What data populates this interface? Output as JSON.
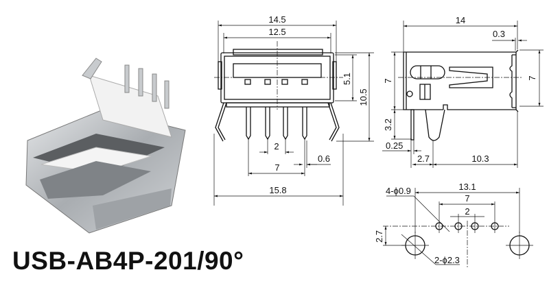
{
  "title": "USB-AB4P-201/90°",
  "front_view": {
    "width_outer": "14.5",
    "width_inner": "12.5",
    "slot_height": "5.1",
    "total_height": "10.5",
    "pin_pitch": "2",
    "pin_span": "7",
    "pin_width": "0.6",
    "leg_span": "15.8"
  },
  "side_view": {
    "length": "14",
    "tab": "0.3",
    "height_left": "7",
    "height_right": "7",
    "pin_length": "3.2",
    "pin_thickness": "0.25",
    "pin_offset": "2.7",
    "peg_distance": "10.3"
  },
  "footprint": {
    "span": "13.1",
    "pin_span": "7",
    "pin_pitch": "2",
    "row_offset": "2.7",
    "small_holes": "4-ϕ0.9",
    "large_holes": "2-ϕ2.3"
  },
  "colors": {
    "line": "#111111",
    "metal": "#b9bcbf",
    "plastic": "#f2f2f2"
  }
}
